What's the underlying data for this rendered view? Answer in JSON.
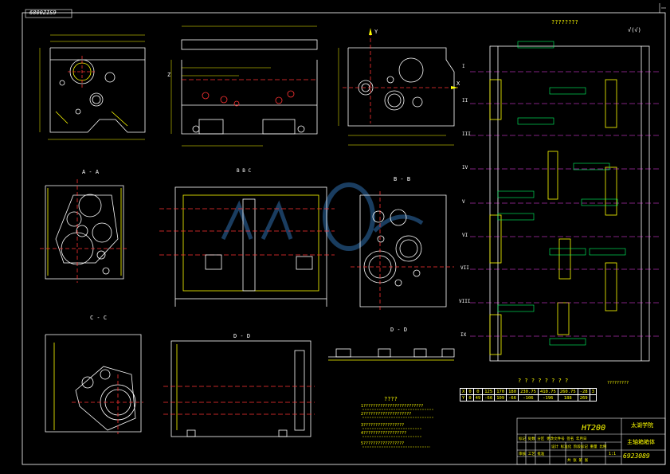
{
  "drawing_code_rotated": "6800ZIS9",
  "material": "HT200",
  "school": "太湖学院",
  "part_name": "主轴箱箱体",
  "drawing_number": "6923089",
  "top_question_marks": "????????",
  "roughness_other": "√(√)",
  "section_labels": {
    "aa": "A - A",
    "bb": "B - B",
    "cc": "C - C",
    "dd": "D - D",
    "bc_top": "B   B   C",
    "section_d_small": "D - D"
  },
  "axis_labels": {
    "x": "X",
    "y": "Y",
    "z": "Z"
  },
  "roman_labels": [
    "I",
    "II",
    "III",
    "IV",
    "V",
    "VI",
    "VII",
    "VIII",
    "IX"
  ],
  "notes_title": "????",
  "notes_lines": [
    "1?????????????????????????",
    "2????????????????????",
    "3?????????????????",
    "4??????????????????",
    "5?????????????????"
  ],
  "coord_table": {
    "title": "? ? ? ? ? ? ? ?",
    "header_right": "?????????",
    "rows": [
      [
        "X",
        "0",
        "0",
        "125",
        "170",
        "180",
        "230.75",
        "410.75",
        "260.75",
        "-28",
        "3"
      ],
      [
        "Y",
        "0",
        "49",
        "-66",
        "109",
        "-66",
        "-106",
        "-196",
        "188",
        "269"
      ]
    ]
  },
  "title_block": {
    "row1": "标记 处数 分区 更改文件号 签名 年月日",
    "row2": "设计 标准化 阶段标记 重量 比例",
    "row3": "审核 工艺 批准",
    "scale": "1:1",
    "sheet": "共 张 第 张"
  },
  "colors": {
    "background": "#000000",
    "geometry": "#ffffff",
    "dimension": "#ffff00",
    "center": "#ff3333",
    "callout": "#00ff66",
    "watermark": "#3a6f9e",
    "hatch": "#ffff00"
  }
}
